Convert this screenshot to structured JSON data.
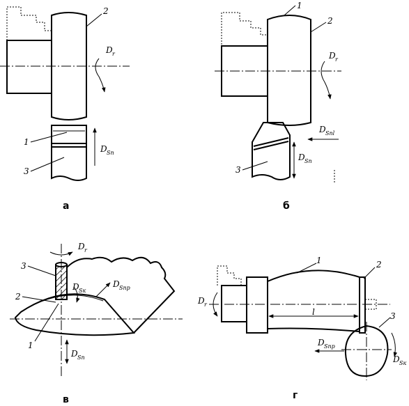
{
  "panels": {
    "a": {
      "caption": "а",
      "labels": {
        "n1": "1",
        "n2": "2",
        "n3": "3"
      },
      "motions": {
        "dr_main": "D",
        "dr_sub": "r",
        "ds_main": "D",
        "ds_sub": "Sп"
      }
    },
    "b": {
      "caption": "б",
      "labels": {
        "n1": "1",
        "n2": "2",
        "n3": "3"
      },
      "motions": {
        "dr_main": "D",
        "dr_sub": "r",
        "dsn_main": "D",
        "dsn_sub": "Sп",
        "dsm_main": "D",
        "dsm_sub": "Sпl"
      }
    },
    "v": {
      "caption": "в",
      "labels": {
        "n1": "1",
        "n2": "2",
        "n3": "3"
      },
      "motions": {
        "dr_main": "D",
        "dr_sub": "r",
        "dsk_main": "D",
        "dsk_sub": "Sк",
        "dspr_main": "D",
        "dspr_sub": "Sпр",
        "dsn_main": "D",
        "dsn_sub": "Sп"
      }
    },
    "g": {
      "caption": "г",
      "labels": {
        "n1": "1",
        "n2": "2",
        "n3": "3",
        "len": "l"
      },
      "motions": {
        "dr_main": "D",
        "dr_sub": "r",
        "dspr_main": "D",
        "dspr_sub": "Sпр",
        "dsk_main": "D",
        "dsk_sub": "Sк"
      }
    }
  }
}
